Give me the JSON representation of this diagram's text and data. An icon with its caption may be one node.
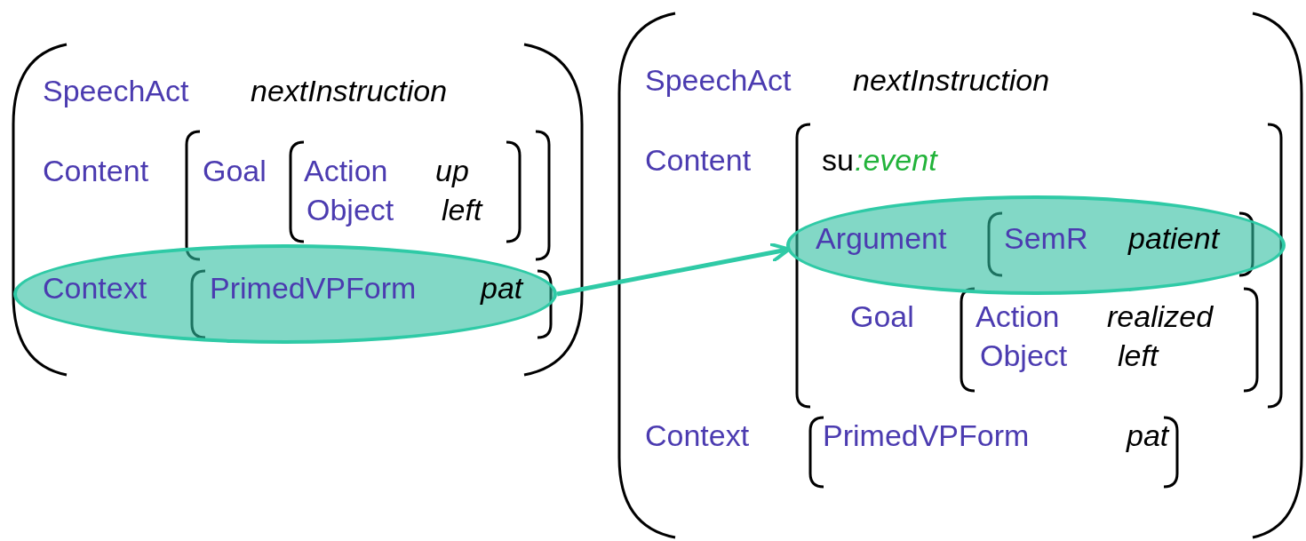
{
  "diagram": {
    "nodes": [
      {
        "text": [
          "Context",
          "PrimedVPForm",
          "pat"
        ]
      },
      {
        "text": [
          "Argument",
          "SemR",
          "patient"
        ]
      }
    ],
    "edges": [
      {
        "from": 0,
        "to": 1,
        "arrow": "to"
      }
    ],
    "labels": [
      "SpeechAct",
      "nextInstruction",
      "Content",
      "Goal",
      "Action",
      "up",
      "Object",
      "left",
      "SpeechAct",
      "nextInstruction",
      "Content",
      "su",
      ":event",
      "Goal",
      "Action",
      "realized",
      "Object",
      "left",
      "Context",
      "PrimedVPForm",
      "pat"
    ]
  }
}
